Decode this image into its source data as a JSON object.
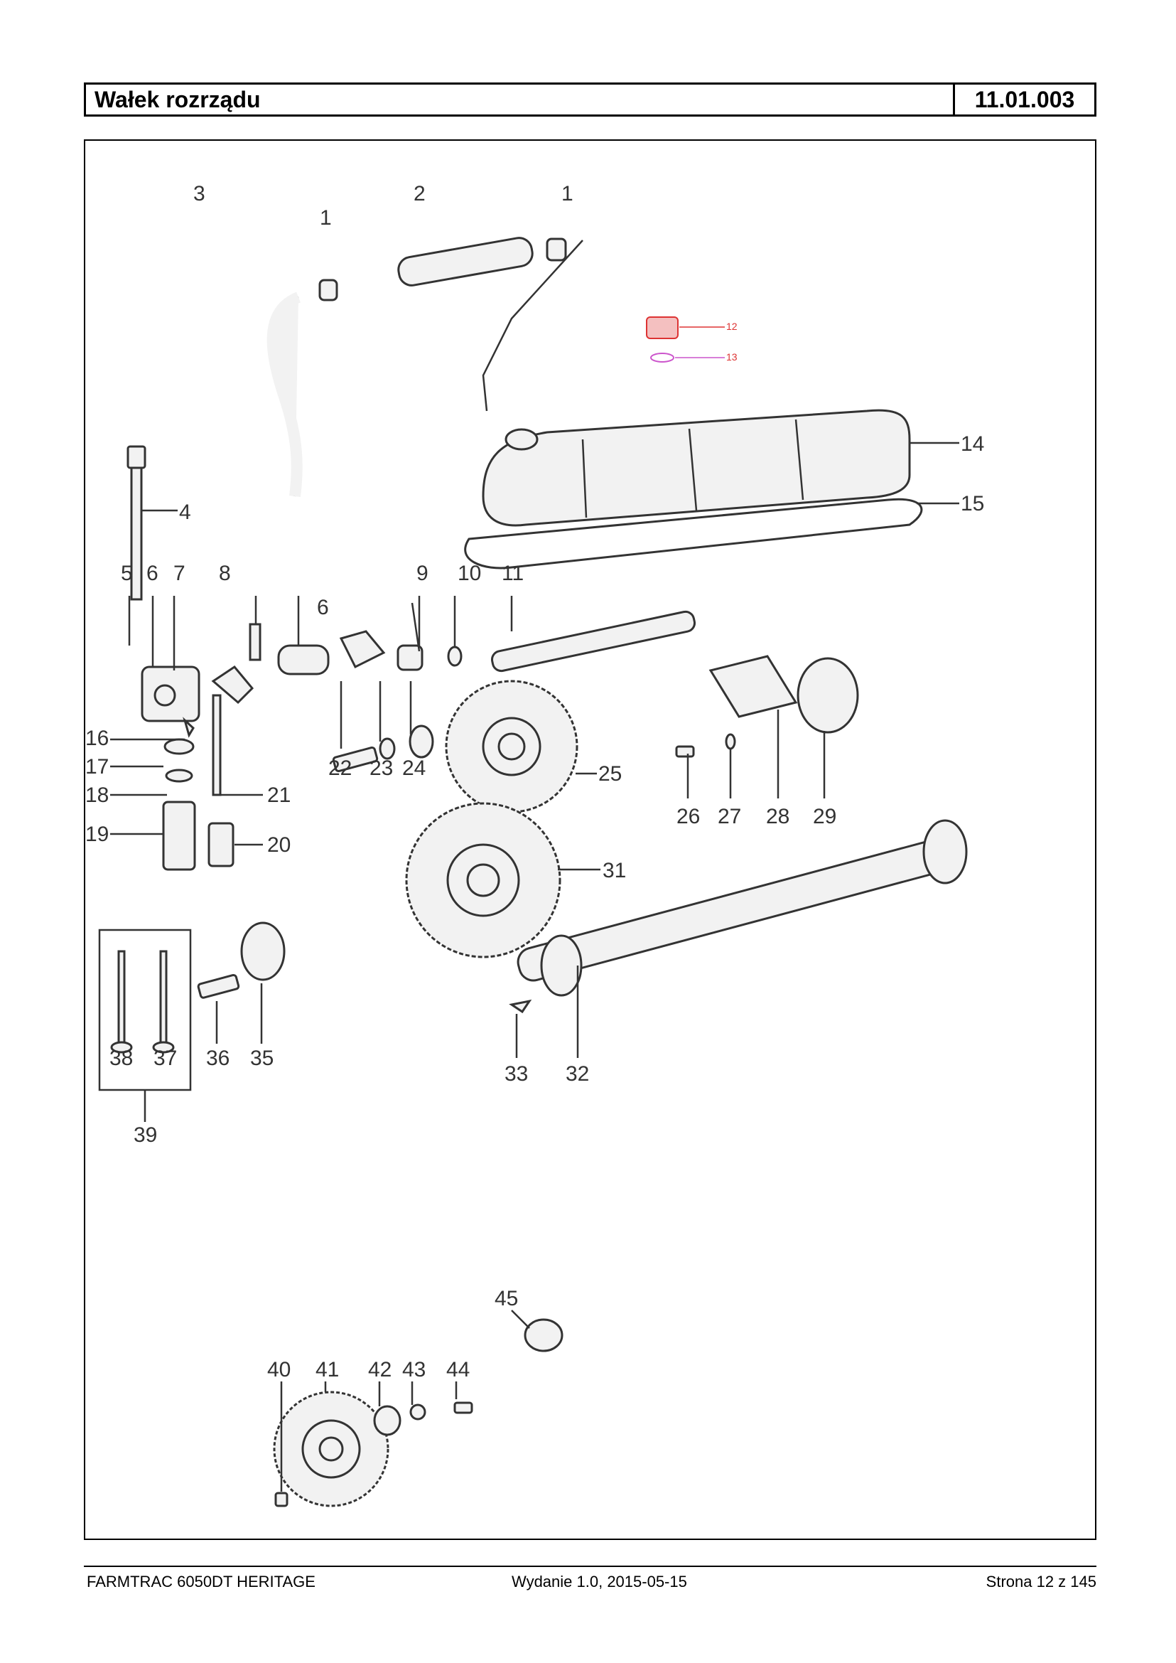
{
  "header": {
    "title": "Wałek rozrządu",
    "code": "11.01.003"
  },
  "footer": {
    "left": "FARMTRAC 6050DT HERITAGE",
    "middle": "Wydanie 1.0,  2015-05-15",
    "right": "Strona 12 z 145"
  },
  "callouts": {
    "c1": "1",
    "c2": "2",
    "c3": "3",
    "c4": "4",
    "c5": "5",
    "c6": "6",
    "c7": "7",
    "c8": "8",
    "c9": "9",
    "c10": "10",
    "c11": "11",
    "c12": "12",
    "c13": "13",
    "c14": "14",
    "c15": "15",
    "c16": "16",
    "c17": "17",
    "c18": "18",
    "c19": "19",
    "c20": "20",
    "c21": "21",
    "c22": "22",
    "c23": "23",
    "c24": "24",
    "c25": "25",
    "c26": "26",
    "c27": "27",
    "c28": "28",
    "c29": "29",
    "c31": "31",
    "c32": "32",
    "c33": "33",
    "c35": "35",
    "c36": "36",
    "c37": "37",
    "c38": "38",
    "c39": "39",
    "c40": "40",
    "c41": "41",
    "c42": "42",
    "c43": "43",
    "c44": "44",
    "c45": "45"
  }
}
